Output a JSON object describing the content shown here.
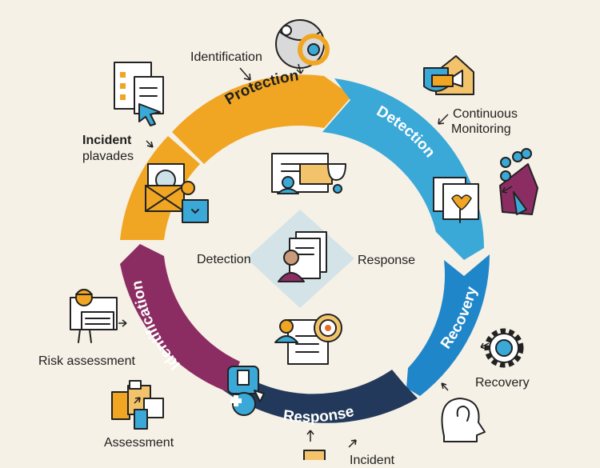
{
  "cycle": {
    "segments": [
      {
        "id": "protection",
        "label": "Protection",
        "color": "#f0a623"
      },
      {
        "id": "detection",
        "label": "Detection",
        "color": "#3aa9d8"
      },
      {
        "id": "recovery",
        "label": "Recovery",
        "color": "#1f86c9"
      },
      {
        "id": "response",
        "label": "Response",
        "color": "#23395b"
      },
      {
        "id": "identification",
        "label": "Identification",
        "color": "#8b2d63"
      }
    ]
  },
  "labels": {
    "identification_top": "Identification",
    "continuous_monitoring_line1": "Continuous",
    "continuous_monitoring_line2": "Monitoring",
    "incident_line1": "Incident",
    "incident_line2": "plavades",
    "risk_assessment": "Risk assessment",
    "assessment": "Assessment",
    "recovery_right": "Recovery",
    "incident_bottom": "Incident",
    "center_detection": "Detection",
    "center_response": "Response"
  },
  "icons": [
    "target-globe-icon",
    "documents-cursor-icon",
    "shield-house-icon",
    "network-node-icon",
    "heart-document-icon",
    "scanner-workstation-icon",
    "dashboard-users-icon",
    "user-document-icon",
    "user-target-icon",
    "worker-monitor-icon",
    "assessment-blocks-icon",
    "gear-icon",
    "head-profile-icon",
    "medical-cross-icon"
  ]
}
